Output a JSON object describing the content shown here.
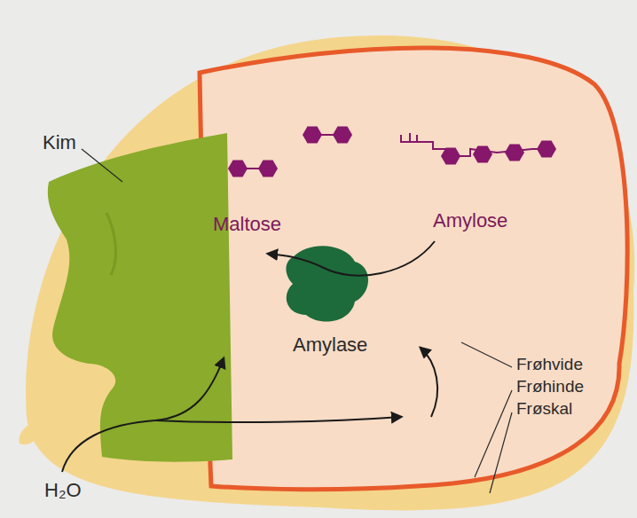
{
  "diagram": {
    "labels": [
      "Kim",
      "Maltose",
      "Amylose",
      "Amylase",
      "Frøhvide",
      "Frøhinde",
      "Frøskal",
      "H₂O"
    ]
  }
}
